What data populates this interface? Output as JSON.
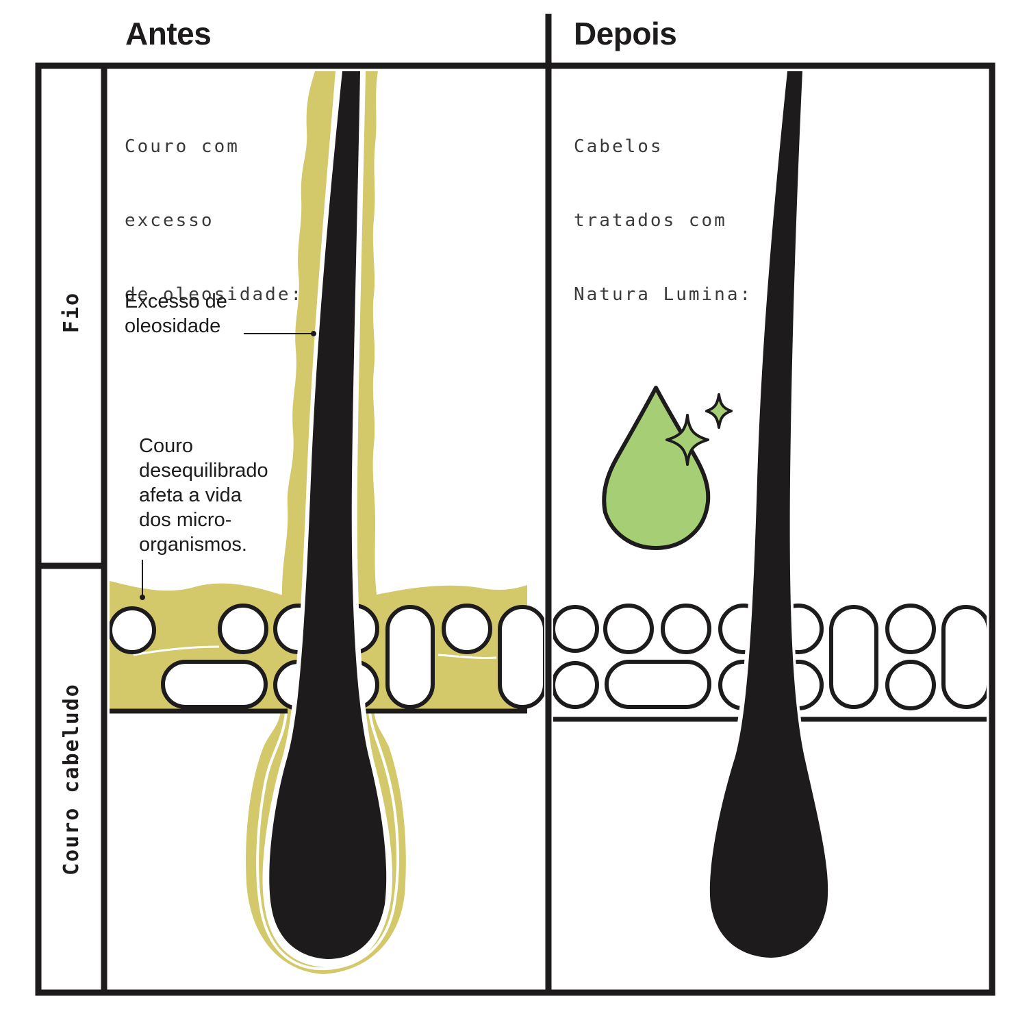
{
  "headings": {
    "before": "Antes",
    "after": "Depois"
  },
  "side_labels": {
    "strand": "Fio",
    "scalp": "Couro cabeludo"
  },
  "before_panel": {
    "note_lines": [
      "Couro com",
      "excesso",
      "de oleosidade:"
    ],
    "callout_oil_lines": [
      "Excesso de",
      "oleosidade"
    ],
    "callout_scalp_lines": [
      "Couro",
      "desequilibrado",
      "afeta a vida",
      "dos micro-",
      "organismos."
    ]
  },
  "after_panel": {
    "note_lines": [
      "Cabelos",
      "tratados com",
      "Natura Lumina:"
    ]
  },
  "colors": {
    "line": "#1e1b1c",
    "oil": "#d3c86a",
    "drop": "#a6cf75",
    "background": "#ffffff"
  },
  "icons": [
    "hair-strand-icon",
    "oil-drop-icon",
    "sparkle-icon"
  ]
}
